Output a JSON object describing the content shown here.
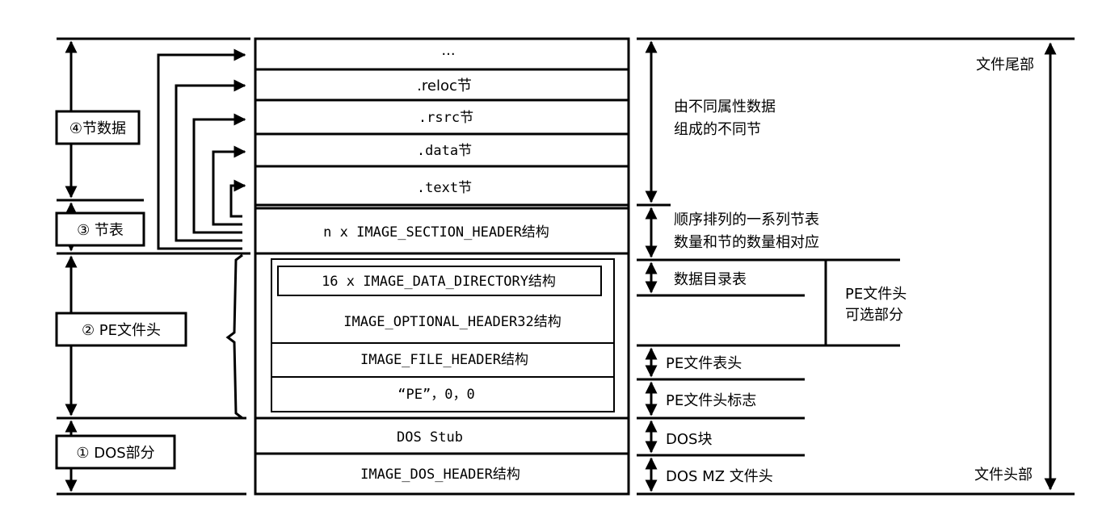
{
  "left_labels": {
    "section_data": "④节数据",
    "section_table": "③ 节表",
    "pe_header": "② PE文件头",
    "dos_part": "① DOS部分"
  },
  "center_blocks": {
    "ellipsis": "···",
    "reloc": ".reloc节",
    "rsrc": ".rsrc节",
    "data": ".data节",
    "text": ".text节",
    "section_header": "n x IMAGE_SECTION_HEADER结构",
    "data_directory": "16 x IMAGE_DATA_DIRECTORY结构",
    "optional_header": "IMAGE_OPTIONAL_HEADER32结构",
    "file_header": "IMAGE_FILE_HEADER结构",
    "signature": "“PE”，0，0",
    "dos_stub": "DOS Stub",
    "dos_header": "IMAGE_DOS_HEADER结构"
  },
  "right_labels": {
    "file_end": "文件尾部",
    "sections_desc_1": "由不同属性数据",
    "sections_desc_2": "组成的不同节",
    "table_desc_1": "顺序排列的一系列节表",
    "table_desc_2": "数量和节的数量相对应",
    "data_dir_table": "数据目录表",
    "optional_part_1": "PE文件头",
    "optional_part_2": "可选部分",
    "pe_file_header": "PE文件表头",
    "pe_signature": "PE文件头标志",
    "dos_block": "DOS块",
    "dos_mz": "DOS MZ 文件头",
    "file_start": "文件头部"
  }
}
